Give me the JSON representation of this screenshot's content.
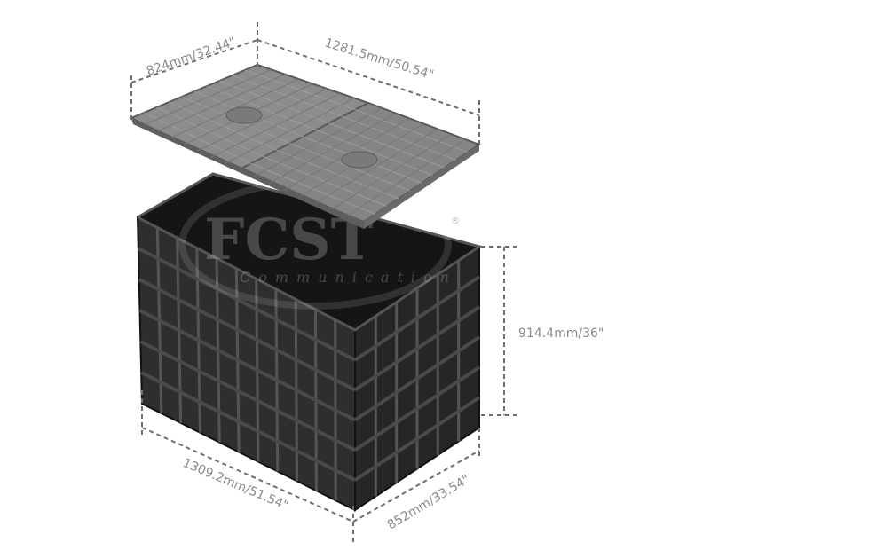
{
  "dimensions": {
    "lid_depth": "824mm/32.44\"",
    "lid_length": "1281.5mm/50.54\"",
    "box_height": "914.4mm/36\"",
    "box_length": "1309.2mm/51.54\"",
    "box_depth": "852mm/33.54\""
  },
  "watermark": {
    "brand": "FCST",
    "tagline": "Communication",
    "registered": "®"
  },
  "colors": {
    "dimension_line": "#6e6e6e",
    "label": "#8a8a8a",
    "lid": "#8c8c8c",
    "box": "#2b2b2b"
  }
}
